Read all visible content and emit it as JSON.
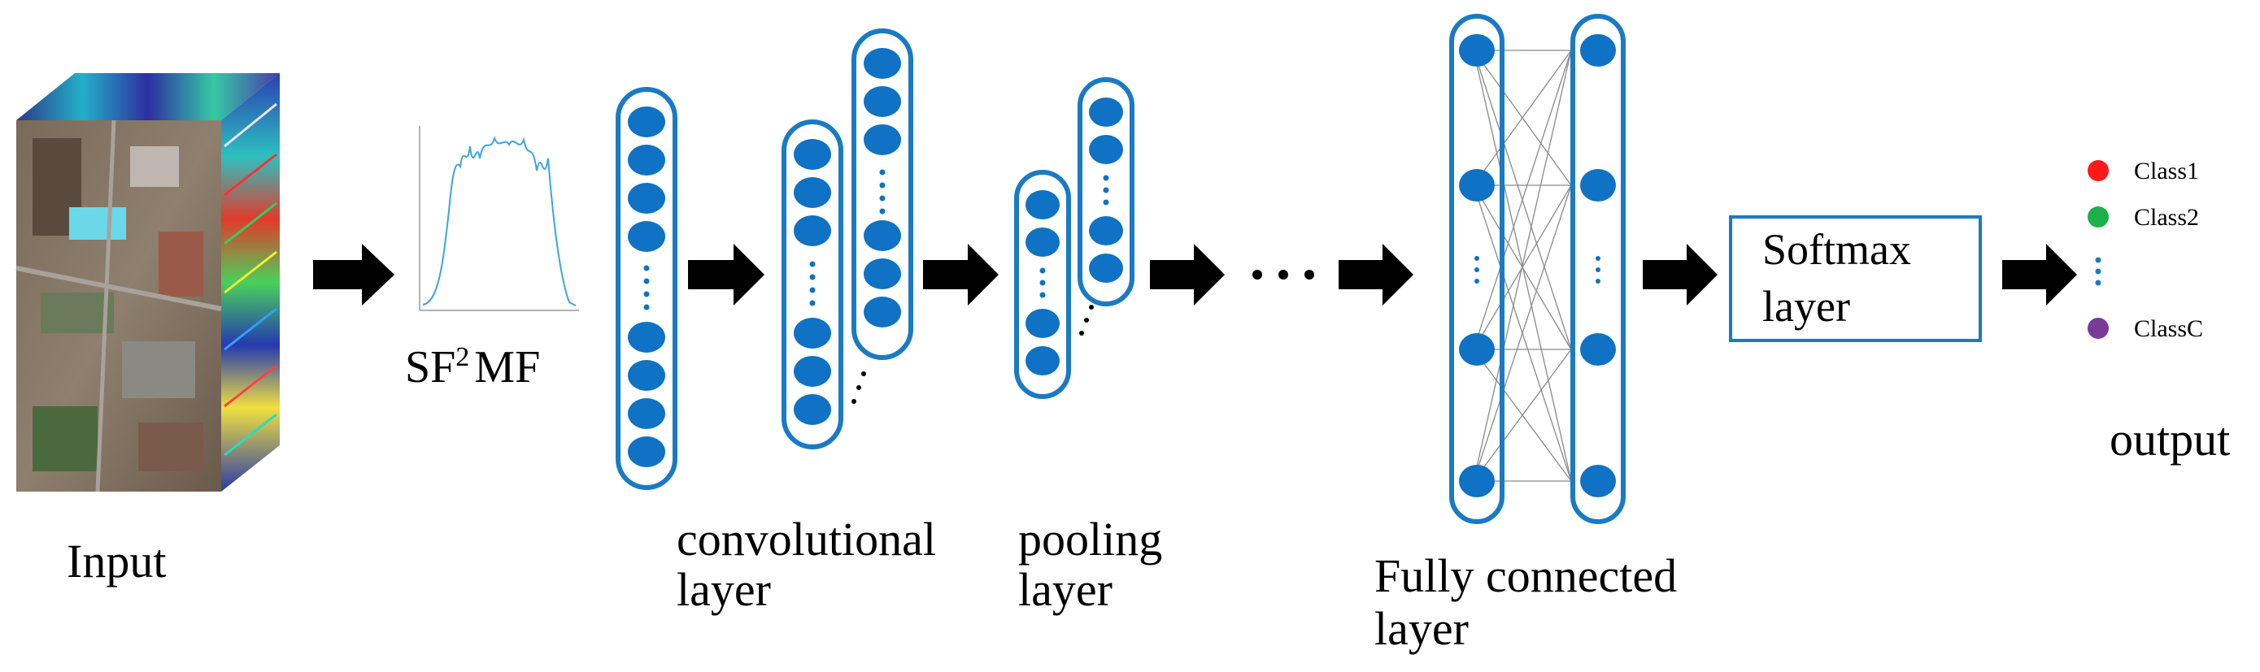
{
  "labels": {
    "input": "Input",
    "sf_prefix": "SF",
    "sf_sup": "2",
    "sf_suffix": "MF",
    "conv_line1": "convolutional",
    "conv_line2": "layer",
    "pool_line1": "pooling",
    "pool_line2": "layer",
    "fc_line1": "Fully connected",
    "fc_line2": "layer",
    "softmax_line1": "Softmax",
    "softmax_line2": "layer",
    "output": "output"
  },
  "classes": [
    {
      "label": "Class1",
      "color": "#ff1a1a"
    },
    {
      "label": "Class2",
      "color": "#1ab04a"
    },
    {
      "label": "ClassC",
      "color": "#7a3a9a"
    }
  ],
  "colors": {
    "node_fill": "#0f72c4",
    "border": "#1a7ac4",
    "arrow": "#000000",
    "connection": "#8a8a8a",
    "spectrum": "#3da4e0"
  },
  "icons": {
    "input": "hyperspectral-cube-image",
    "sf2mf": "spectral-curve-plot",
    "arrow": "right-arrow-icon"
  }
}
